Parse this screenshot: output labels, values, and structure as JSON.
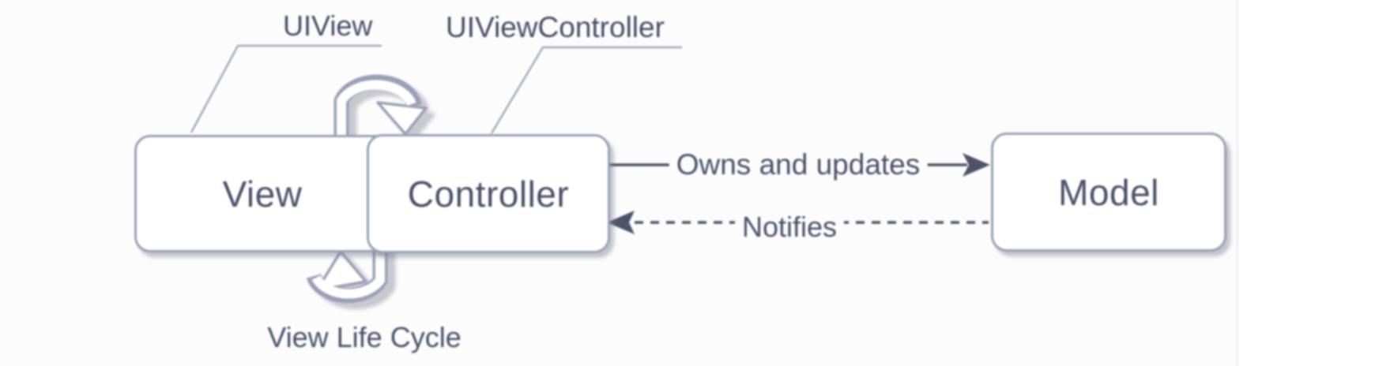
{
  "diagram": {
    "type": "mvc-architecture",
    "callouts": {
      "uiview": "UIView",
      "uiviewcontroller": "UIViewController"
    },
    "nodes": {
      "view": "View",
      "controller": "Controller",
      "model": "Model"
    },
    "edges": {
      "owns": {
        "from": "Controller",
        "to": "Model",
        "label": "Owns and updates",
        "style": "solid"
      },
      "notifies": {
        "from": "Model",
        "to": "Controller",
        "label": "Notifies",
        "style": "dashed"
      }
    },
    "annotations": {
      "view_life_cycle": "View Life Cycle"
    },
    "colors": {
      "outline": "#9ba0b7",
      "text": "#4b5069",
      "arrow": "#4e5369",
      "canvas": "#fcfcfd"
    }
  }
}
